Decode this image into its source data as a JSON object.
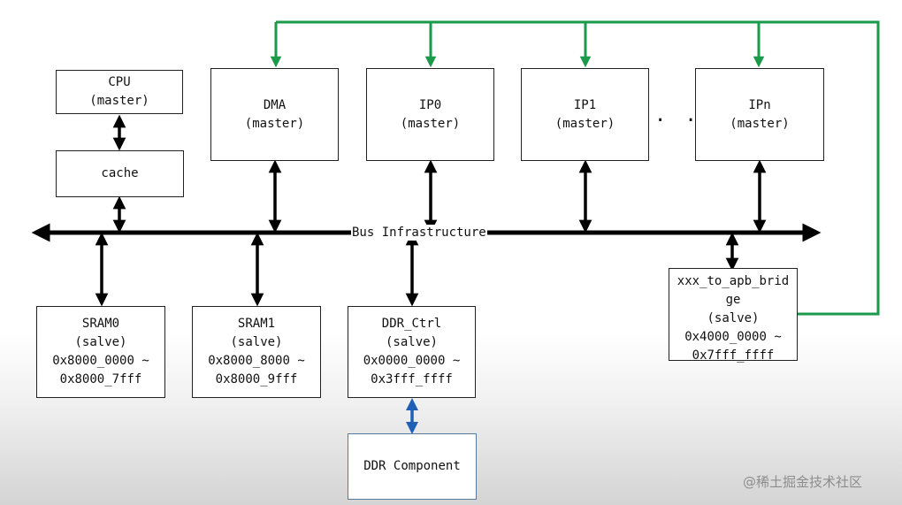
{
  "masters": {
    "cpu": {
      "name": "CPU",
      "role": "(master)"
    },
    "cache": {
      "name": "cache"
    },
    "dma": {
      "name": "DMA",
      "role": "(master)"
    },
    "ip0": {
      "name": "IP0",
      "role": "(master)"
    },
    "ip1": {
      "name": "IP1",
      "role": "(master)"
    },
    "ipn": {
      "name": "IPn",
      "role": "(master)"
    },
    "ellipsis": "· · ·"
  },
  "bus": {
    "label": "Bus Infrastructure"
  },
  "slaves": {
    "sram0": {
      "name": "SRAM0",
      "role": "(salve)",
      "range_start": "0x8000_0000 ~",
      "range_end": "0x8000_7fff"
    },
    "sram1": {
      "name": "SRAM1",
      "role": "(salve)",
      "range_start": "0x8000_8000 ~",
      "range_end": "0x8000_9fff"
    },
    "ddr_ctrl": {
      "name": "DDR_Ctrl",
      "role": "(salve)",
      "range_start": "0x0000_0000 ~",
      "range_end": "0x3fff_ffff"
    },
    "bridge": {
      "name_line1": "xxx_to_apb_brid",
      "name_line2": "ge",
      "role": "(salve)",
      "range_start": "0x4000_0000 ~",
      "range_end": "0x7fff_ffff"
    }
  },
  "ddr_component": {
    "name": "DDR Component"
  },
  "watermark": "@稀土掘金技术社区",
  "colors": {
    "line": "#000000",
    "interrupt_line": "#1a9a4a",
    "ddr_link": "#1f5fb8"
  }
}
